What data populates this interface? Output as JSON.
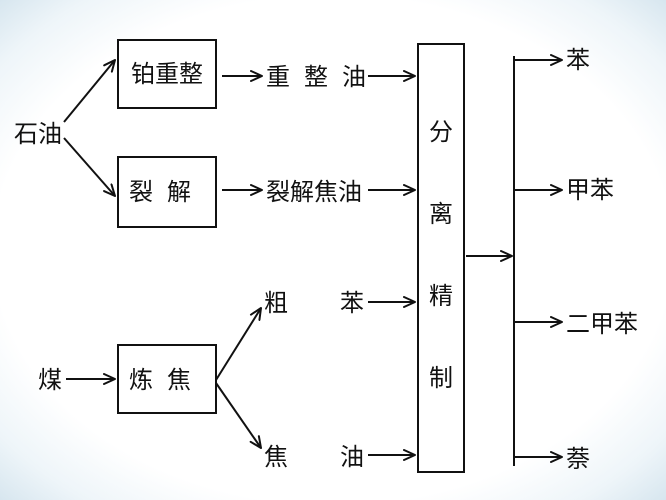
{
  "sources": {
    "petroleum": "石油",
    "coal": "煤"
  },
  "processes": {
    "reforming": "铂重整",
    "cracking": "裂解",
    "coking": "炼焦",
    "separation": "分离精制"
  },
  "intermediates": {
    "reformed_oil": "重整油",
    "cracking_tar": "裂解焦油",
    "crude_benzene": "粗苯",
    "coal_tar": "焦油"
  },
  "products": [
    "苯",
    "甲苯",
    "二甲苯",
    "萘"
  ]
}
